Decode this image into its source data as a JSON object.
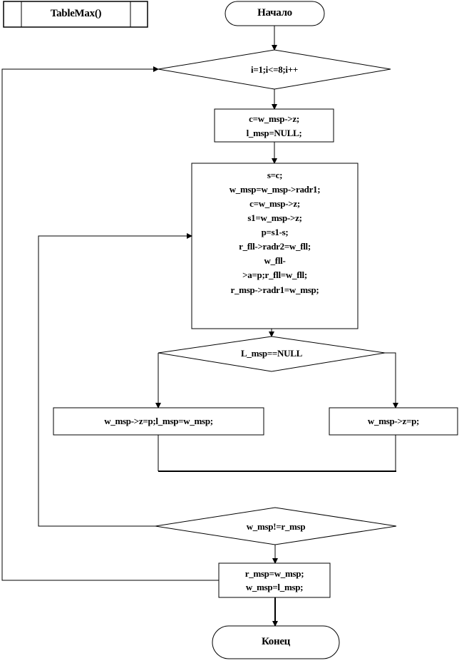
{
  "diagram": {
    "type": "flowchart",
    "header_box": {
      "label": "TableMax()"
    },
    "start": {
      "label": "Начало"
    },
    "end": {
      "label": "Конец"
    },
    "nodes": [
      {
        "id": "loop_for",
        "kind": "decision",
        "lines": [
          "i=1;i<=8;i++"
        ]
      },
      {
        "id": "init",
        "kind": "process",
        "lines": [
          "c=w_msp->z;",
          "l_msp=NULL;"
        ]
      },
      {
        "id": "body",
        "kind": "process",
        "lines": [
          "s=c;",
          "w_msp=w_msp->radr1;",
          "c=w_msp->z;",
          "s1=w_msp->z;",
          "p=s1-s;",
          "r_fll->radr2=w_fll;",
          "w_fll-",
          ">a=p;r_fll=w_fll;",
          "r_msp->radr1=w_msp;"
        ]
      },
      {
        "id": "cond_null",
        "kind": "decision",
        "lines": [
          "L_msp==NULL"
        ]
      },
      {
        "id": "branch_left",
        "kind": "process",
        "lines": [
          "w_msp->z=p;l_msp=w_msp;"
        ]
      },
      {
        "id": "branch_right",
        "kind": "process",
        "lines": [
          "w_msp->z=p;"
        ]
      },
      {
        "id": "cond_loop",
        "kind": "decision",
        "lines": [
          "w_msp!=r_msp"
        ]
      },
      {
        "id": "final",
        "kind": "process",
        "lines": [
          "r_msp=w_msp;",
          "w_msp=l_msp;"
        ]
      }
    ],
    "edges": [
      {
        "from": "start",
        "to": "loop_for"
      },
      {
        "from": "loop_for",
        "to": "init"
      },
      {
        "from": "init",
        "to": "body"
      },
      {
        "from": "body",
        "to": "cond_null"
      },
      {
        "from": "cond_null",
        "to": "branch_left"
      },
      {
        "from": "cond_null",
        "to": "branch_right"
      },
      {
        "from": "cond_loop",
        "to": "body",
        "kind": "loop-back"
      },
      {
        "from": "cond_loop",
        "to": "final"
      },
      {
        "from": "final",
        "to": "loop_for",
        "kind": "loop-back"
      },
      {
        "from": "final",
        "to": "end"
      }
    ]
  }
}
